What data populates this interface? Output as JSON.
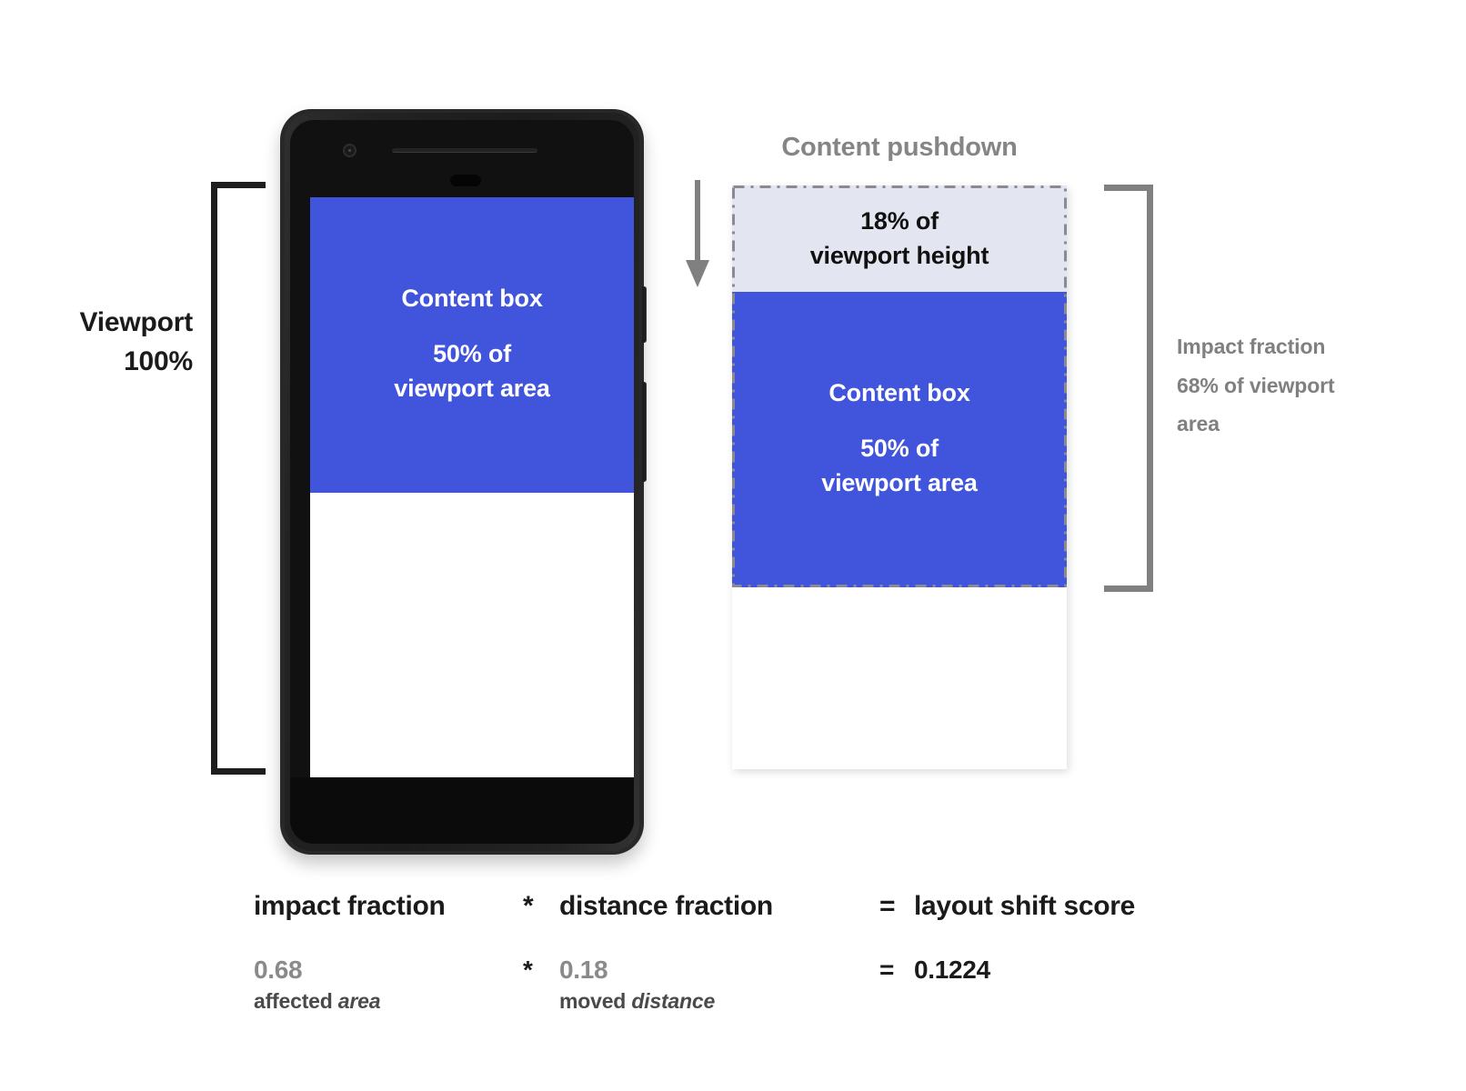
{
  "colors": {
    "content_box_blue": "#4054dc",
    "pushdown_fill": "#e3e6f0",
    "bracket_dark": "#1e1e1e",
    "bracket_gray": "#808080",
    "label_gray": "#858585",
    "value_gray": "#8a8a8a",
    "text_dark": "#1b1b1b",
    "phone_body": "#282828"
  },
  "viewport_bracket": {
    "label_line1": "Viewport",
    "label_line2": "100%"
  },
  "phone": {
    "content_box": {
      "title": "Content box",
      "sub_line1": "50% of",
      "sub_line2": "viewport area"
    }
  },
  "pushdown": {
    "title": "Content pushdown",
    "strip_line1": "18% of",
    "strip_line2": "viewport height",
    "content_box": {
      "title": "Content box",
      "sub_line1": "50% of",
      "sub_line2": "viewport area"
    }
  },
  "impact_bracket": {
    "line1": "Impact fraction",
    "line2": "68% of viewport",
    "line3": "area"
  },
  "formula": {
    "terms": {
      "a": "impact fraction",
      "op": "*",
      "b": "distance fraction",
      "eq": "=",
      "c": "layout shift score"
    },
    "values": {
      "a": "0.68",
      "a_note_plain": "affected ",
      "a_note_em": "area",
      "op": "*",
      "b": "0.18",
      "b_note_plain": "moved ",
      "b_note_em": "distance",
      "eq": "=",
      "c": "0.1224"
    }
  },
  "chart_data": {
    "type": "diagram",
    "title": "Layout shift score calculation",
    "metrics": {
      "viewport_height_fraction": 1.0,
      "content_box_area_fraction": 0.5,
      "pushdown_distance_fraction": 0.18,
      "impact_fraction": 0.68,
      "layout_shift_score": 0.1224
    },
    "equation": "impact fraction * distance fraction = layout shift score",
    "equation_values": "0.68 * 0.18 = 0.1224"
  }
}
